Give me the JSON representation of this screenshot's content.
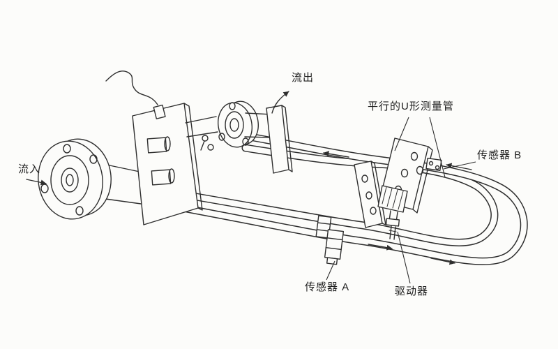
{
  "colors": {
    "line": "#2e2e2e",
    "background": "#fcfcfa"
  },
  "labels": {
    "flow_in": "流入",
    "flow_out": "流出",
    "parallel_u_tubes": "平行的U形测量管",
    "sensor_b": "传感器 B",
    "sensor_a": "传感器 A",
    "driver": "驱动器"
  }
}
